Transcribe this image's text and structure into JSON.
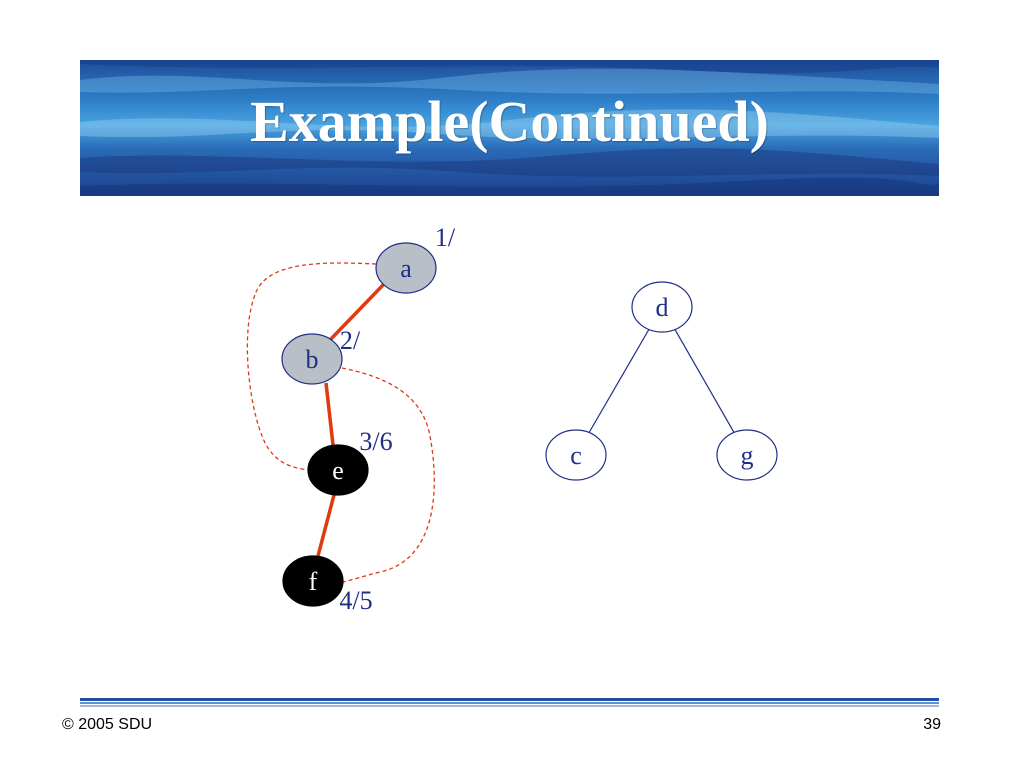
{
  "slide": {
    "title": "Example(Continued)",
    "page_number": "39",
    "copyright": "© 2005 SDU"
  },
  "graph": {
    "colors": {
      "tree_edge": "#e03a12",
      "back_edge": "#e03a12",
      "gray_node": "#b9bfc6",
      "black_node": "#000000",
      "white_node": "#ffffff",
      "label_color": "#1f2e86",
      "edge_color": "#1f2e86"
    },
    "nodes": [
      {
        "id": "a",
        "label": "a",
        "state": "gray",
        "rank": "1/"
      },
      {
        "id": "b",
        "label": "b",
        "state": "gray",
        "rank": "2/"
      },
      {
        "id": "e",
        "label": "e",
        "state": "black",
        "rank": "3/6"
      },
      {
        "id": "f",
        "label": "f",
        "state": "black",
        "rank": "4/5"
      },
      {
        "id": "d",
        "label": "d",
        "state": "white",
        "rank": ""
      },
      {
        "id": "c",
        "label": "c",
        "state": "white",
        "rank": ""
      },
      {
        "id": "g",
        "label": "g",
        "state": "white",
        "rank": ""
      }
    ],
    "tree_edges": [
      [
        "a",
        "b"
      ],
      [
        "b",
        "e"
      ],
      [
        "e",
        "f"
      ]
    ],
    "back_edges": [
      [
        "a",
        "e"
      ],
      [
        "b",
        "f"
      ]
    ],
    "plain_edges": [
      [
        "d",
        "c"
      ],
      [
        "d",
        "g"
      ]
    ]
  }
}
